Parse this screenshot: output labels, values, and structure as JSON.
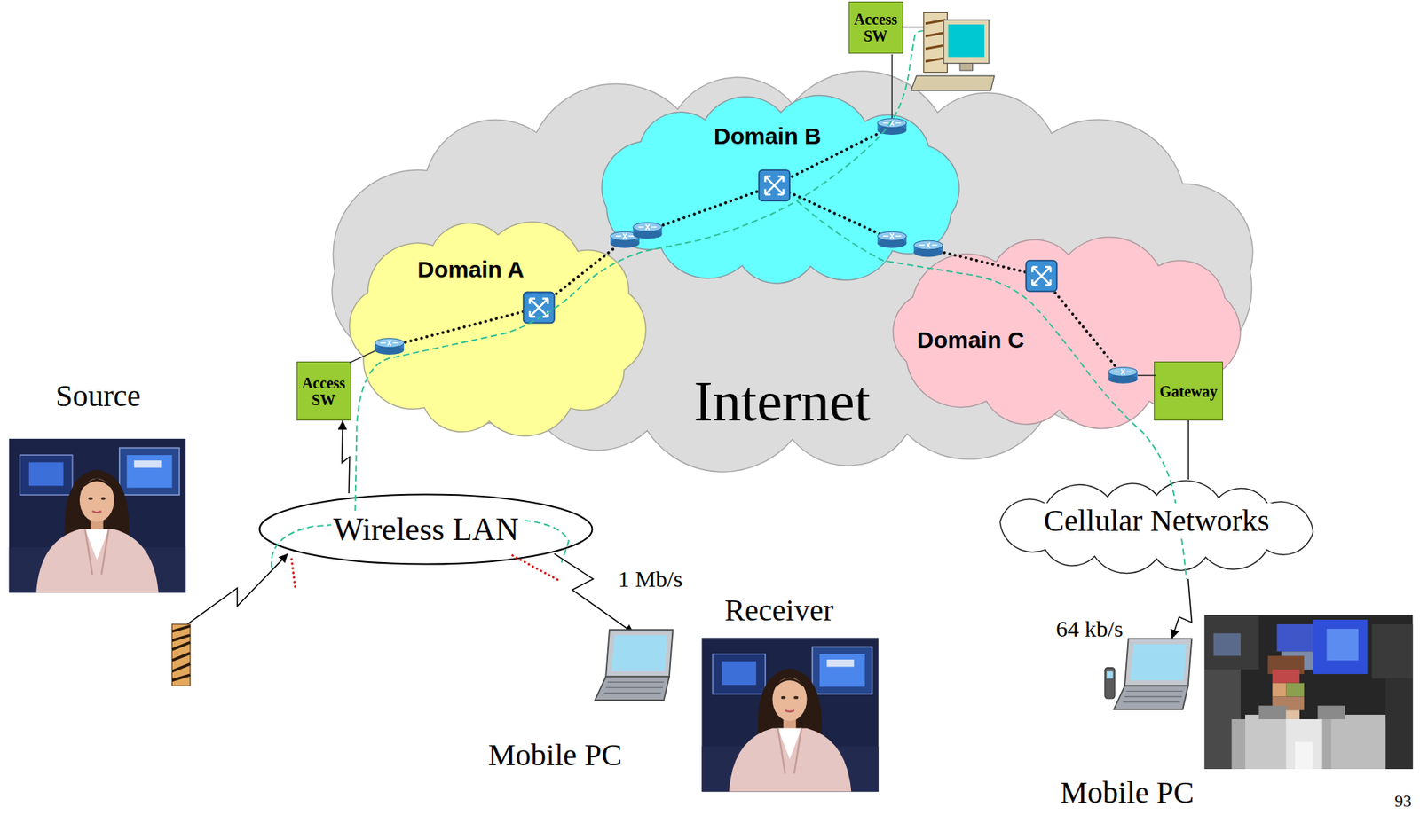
{
  "diagram": {
    "nodes": [
      {
        "text": [
          "Access SW"
        ]
      },
      {
        "text": [
          "Internet"
        ]
      },
      {
        "text": [
          "Domain B"
        ],
        "in": 1
      },
      {
        "text": [
          "Domain A"
        ],
        "in": 1
      },
      {
        "text": [
          "Domain C"
        ],
        "in": 1
      },
      {
        "text": [
          "Access SW"
        ]
      },
      {
        "text": [
          "Gateway"
        ]
      },
      {
        "text": [
          "Wireless LAN"
        ]
      },
      {
        "text": [
          "Cellular Networks"
        ]
      }
    ],
    "edges": [
      {
        "from": 7,
        "to": 5,
        "arrow": "to"
      },
      {
        "from": 6,
        "to": 8,
        "arrow": "none"
      }
    ],
    "labels": [
      "Source",
      "1 Mb/s",
      "Receiver",
      "Mobile PC",
      "64 kb/s",
      "Mobile PC",
      "93"
    ]
  }
}
